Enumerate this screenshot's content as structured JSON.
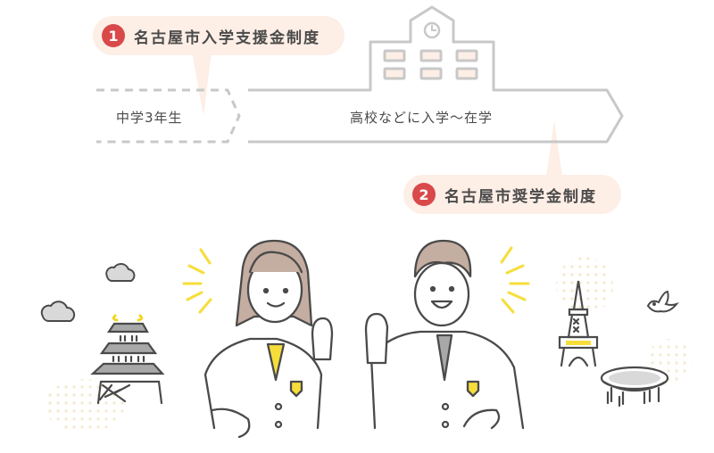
{
  "programs": [
    {
      "number": "1",
      "label": "名古屋市入学支援金制度"
    },
    {
      "number": "2",
      "label": "名古屋市奨学金制度"
    }
  ],
  "timeline": {
    "stage_before": "中学3年生",
    "stage_main": "高校などに入学〜在学"
  },
  "illustration": {
    "elements": [
      "school-building",
      "nagoya-castle",
      "clouds",
      "female-student",
      "male-student",
      "tv-tower",
      "oasis21",
      "bird",
      "sparkles"
    ]
  },
  "colors": {
    "badge": "#d9494a",
    "pill_bg": "#fdeee6",
    "line_gray": "#c8c8c8",
    "accent_yellow": "#f7dd3a",
    "hair_brown": "#c4ada1",
    "ink": "#4a4a4a"
  }
}
